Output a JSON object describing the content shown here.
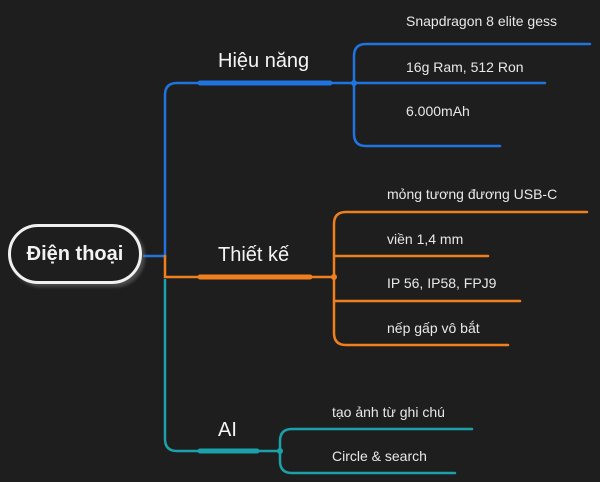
{
  "root": {
    "label": "Điện thoại"
  },
  "colors": {
    "background": "#1e1e1e",
    "branch1": "#1f74e0",
    "branch2": "#f0801e",
    "branch3": "#1aa1aa"
  },
  "branches": [
    {
      "label": "Hiệu năng",
      "items": [
        "Snapdragon 8 elite gess",
        "16g Ram, 512 Ron",
        "6.000mAh"
      ]
    },
    {
      "label": "Thiết kế",
      "items": [
        "mỏng tương đương USB-C",
        "viền 1,4 mm",
        "IP 56, IP58, FPJ9",
        "nếp gấp vô bắt"
      ]
    },
    {
      "label": "AI",
      "items": [
        "tạo ảnh từ ghi chú",
        "Circle & search"
      ]
    }
  ]
}
